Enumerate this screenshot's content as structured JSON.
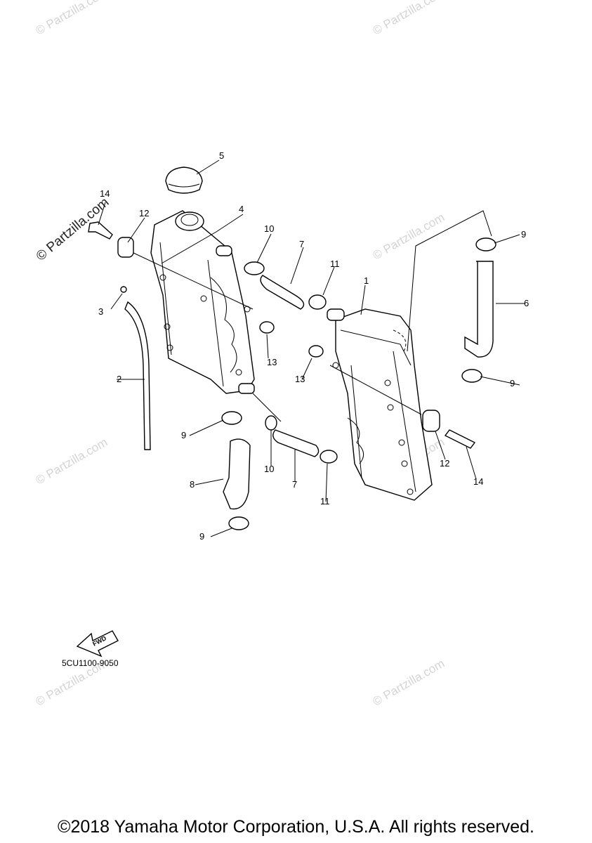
{
  "watermark": {
    "text": "© Partzilla.com"
  },
  "callouts": {
    "c1": "1",
    "c2": "2",
    "c3": "3",
    "c4": "4",
    "c5": "5",
    "c6": "6",
    "c7a": "7",
    "c7b": "7",
    "c8": "8",
    "c9a": "9",
    "c9b": "9",
    "c9c": "9",
    "c9d": "9",
    "c10a": "10",
    "c10b": "10",
    "c11a": "11",
    "c11b": "11",
    "c12a": "12",
    "c12b": "12",
    "c13a": "13",
    "c13b": "13",
    "c14a": "14",
    "c14b": "14"
  },
  "fwd_arrow": {
    "label": "FWD",
    "icon": "fwd-arrow-icon"
  },
  "diagram_code": "5CU1100-9050",
  "copyright": "©2018 Yamaha Motor Corporation, U.S.A. All rights reserved."
}
